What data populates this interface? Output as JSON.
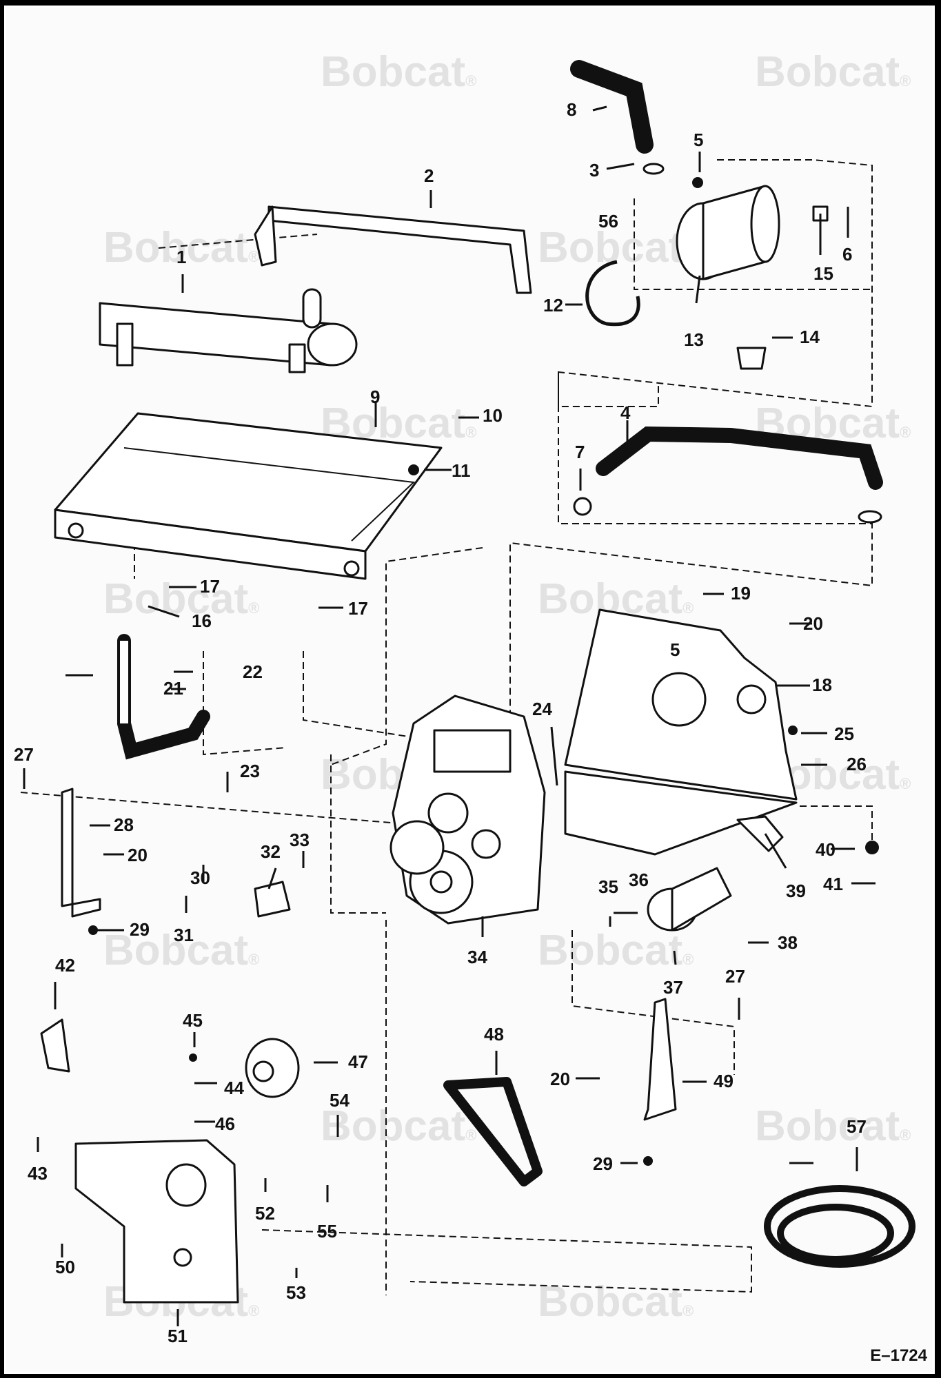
{
  "brand": {
    "watermark": "Bobcat",
    "registered_mark": "®",
    "watermark_color": "#e2e2e2"
  },
  "figure_code": "E–1724",
  "callouts": [
    "1",
    "2",
    "3",
    "4",
    "5",
    "6",
    "7",
    "8",
    "9",
    "10",
    "11",
    "12",
    "13",
    "14",
    "15",
    "16",
    "17",
    "18",
    "19",
    "20",
    "21",
    "22",
    "23",
    "24",
    "25",
    "26",
    "27",
    "28",
    "29",
    "30",
    "31",
    "32",
    "33",
    "34",
    "35",
    "36",
    "37",
    "38",
    "39",
    "40",
    "41",
    "42",
    "43",
    "44",
    "45",
    "46",
    "47",
    "48",
    "49",
    "50",
    "51",
    "52",
    "53",
    "54",
    "55",
    "56",
    "57"
  ],
  "repeat_callouts": {
    "five_b": "5",
    "seventeen_b": "17",
    "twenty_b": "20",
    "twenty_c": "20",
    "twentyseven_b": "27",
    "twentynine_b": "29"
  },
  "colors": {
    "ink": "#111111",
    "paper": "#fbfbfb",
    "frame": "#000000"
  }
}
